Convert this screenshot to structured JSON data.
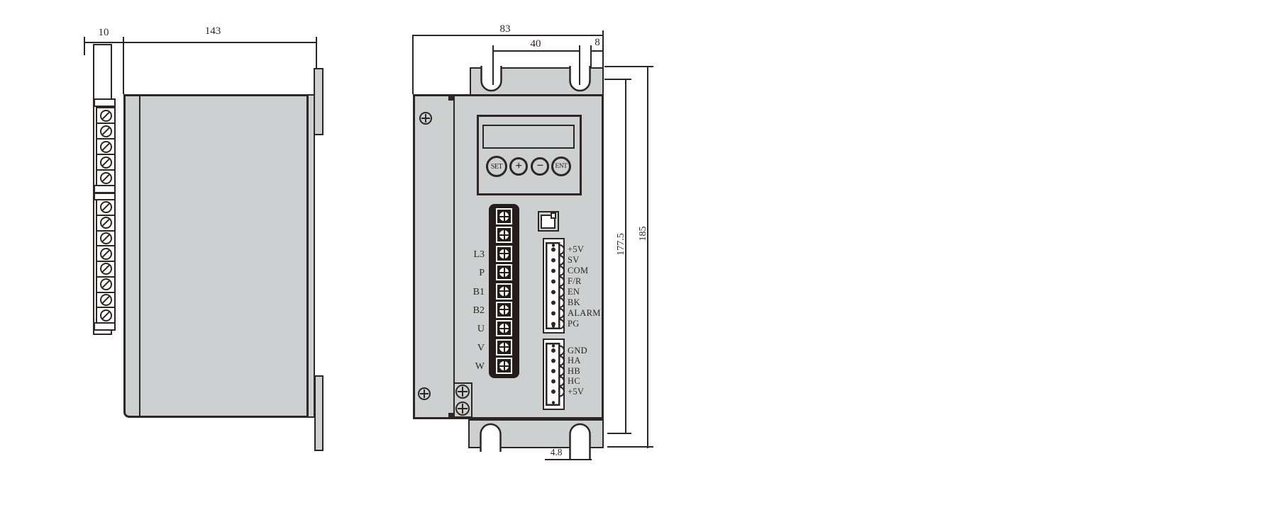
{
  "colors": {
    "body_fill": "#cdd0d0",
    "line": "#2e2623",
    "terminal_block_fill": "#241d1b",
    "white": "#ffffff"
  },
  "side_view": {
    "dim_terminal_depth": "10",
    "dim_body_depth": "143",
    "top_terminal_block": {
      "screw_count": 5
    },
    "bottom_terminal_block": {
      "screw_count": 8
    }
  },
  "front_view": {
    "dim_width": "83",
    "dim_slot_spacing": "40",
    "dim_right_tab": "8",
    "dim_inner_height": "177.5",
    "dim_overall_height": "185",
    "dim_bottom_slot": "4.8",
    "keypad": {
      "set": "SET",
      "plus": "+",
      "minus": "−",
      "ent": "ENT"
    },
    "power_terminals": {
      "screw_count": 9,
      "labels": [
        "L3",
        "P",
        "B1",
        "B2",
        "U",
        "V",
        "W"
      ]
    },
    "signal_connector": {
      "labels": [
        "+5V",
        "SV",
        "COM",
        "F/R",
        "EN",
        "BK",
        "ALARM",
        "PG"
      ]
    },
    "encoder_connector": {
      "labels": [
        "GND",
        "HA",
        "HB",
        "HC",
        "+5V"
      ]
    }
  }
}
